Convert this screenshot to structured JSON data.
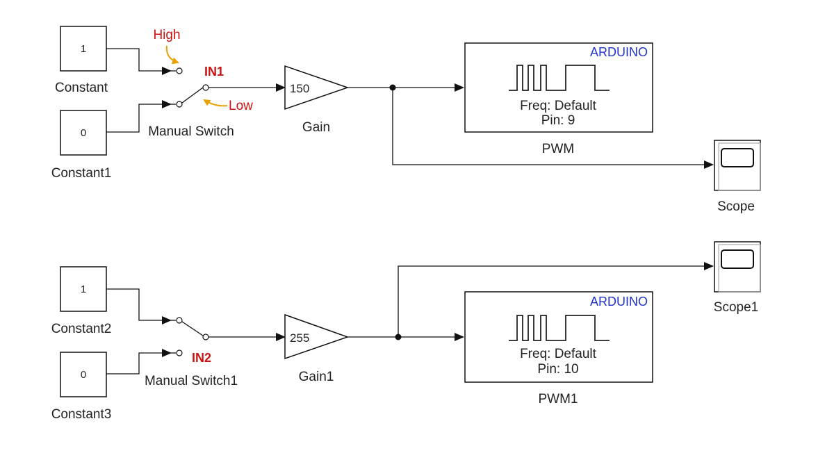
{
  "colors": {
    "annotation": "#cc1111",
    "brand": "#2233cc",
    "line": "#111111",
    "arrow_annot": "#e8a100"
  },
  "constants": [
    {
      "value": "1",
      "label": "Constant"
    },
    {
      "value": "0",
      "label": "Constant1"
    },
    {
      "value": "1",
      "label": "Constant2"
    },
    {
      "value": "0",
      "label": "Constant3"
    }
  ],
  "switches": [
    {
      "label": "Manual Switch",
      "tag": "IN1"
    },
    {
      "label": "Manual Switch1",
      "tag": "IN2"
    }
  ],
  "annotations": {
    "high": "High",
    "low": "Low"
  },
  "gains": [
    {
      "value": "150",
      "label": "Gain"
    },
    {
      "value": "255",
      "label": "Gain1"
    }
  ],
  "pwm": [
    {
      "brand": "ARDUINO",
      "freq": "Freq: Default",
      "pin": "Pin: 9",
      "label": "PWM"
    },
    {
      "brand": "ARDUINO",
      "freq": "Freq: Default",
      "pin": "Pin: 10",
      "label": "PWM1"
    }
  ],
  "scopes": [
    {
      "label": "Scope"
    },
    {
      "label": "Scope1"
    }
  ]
}
